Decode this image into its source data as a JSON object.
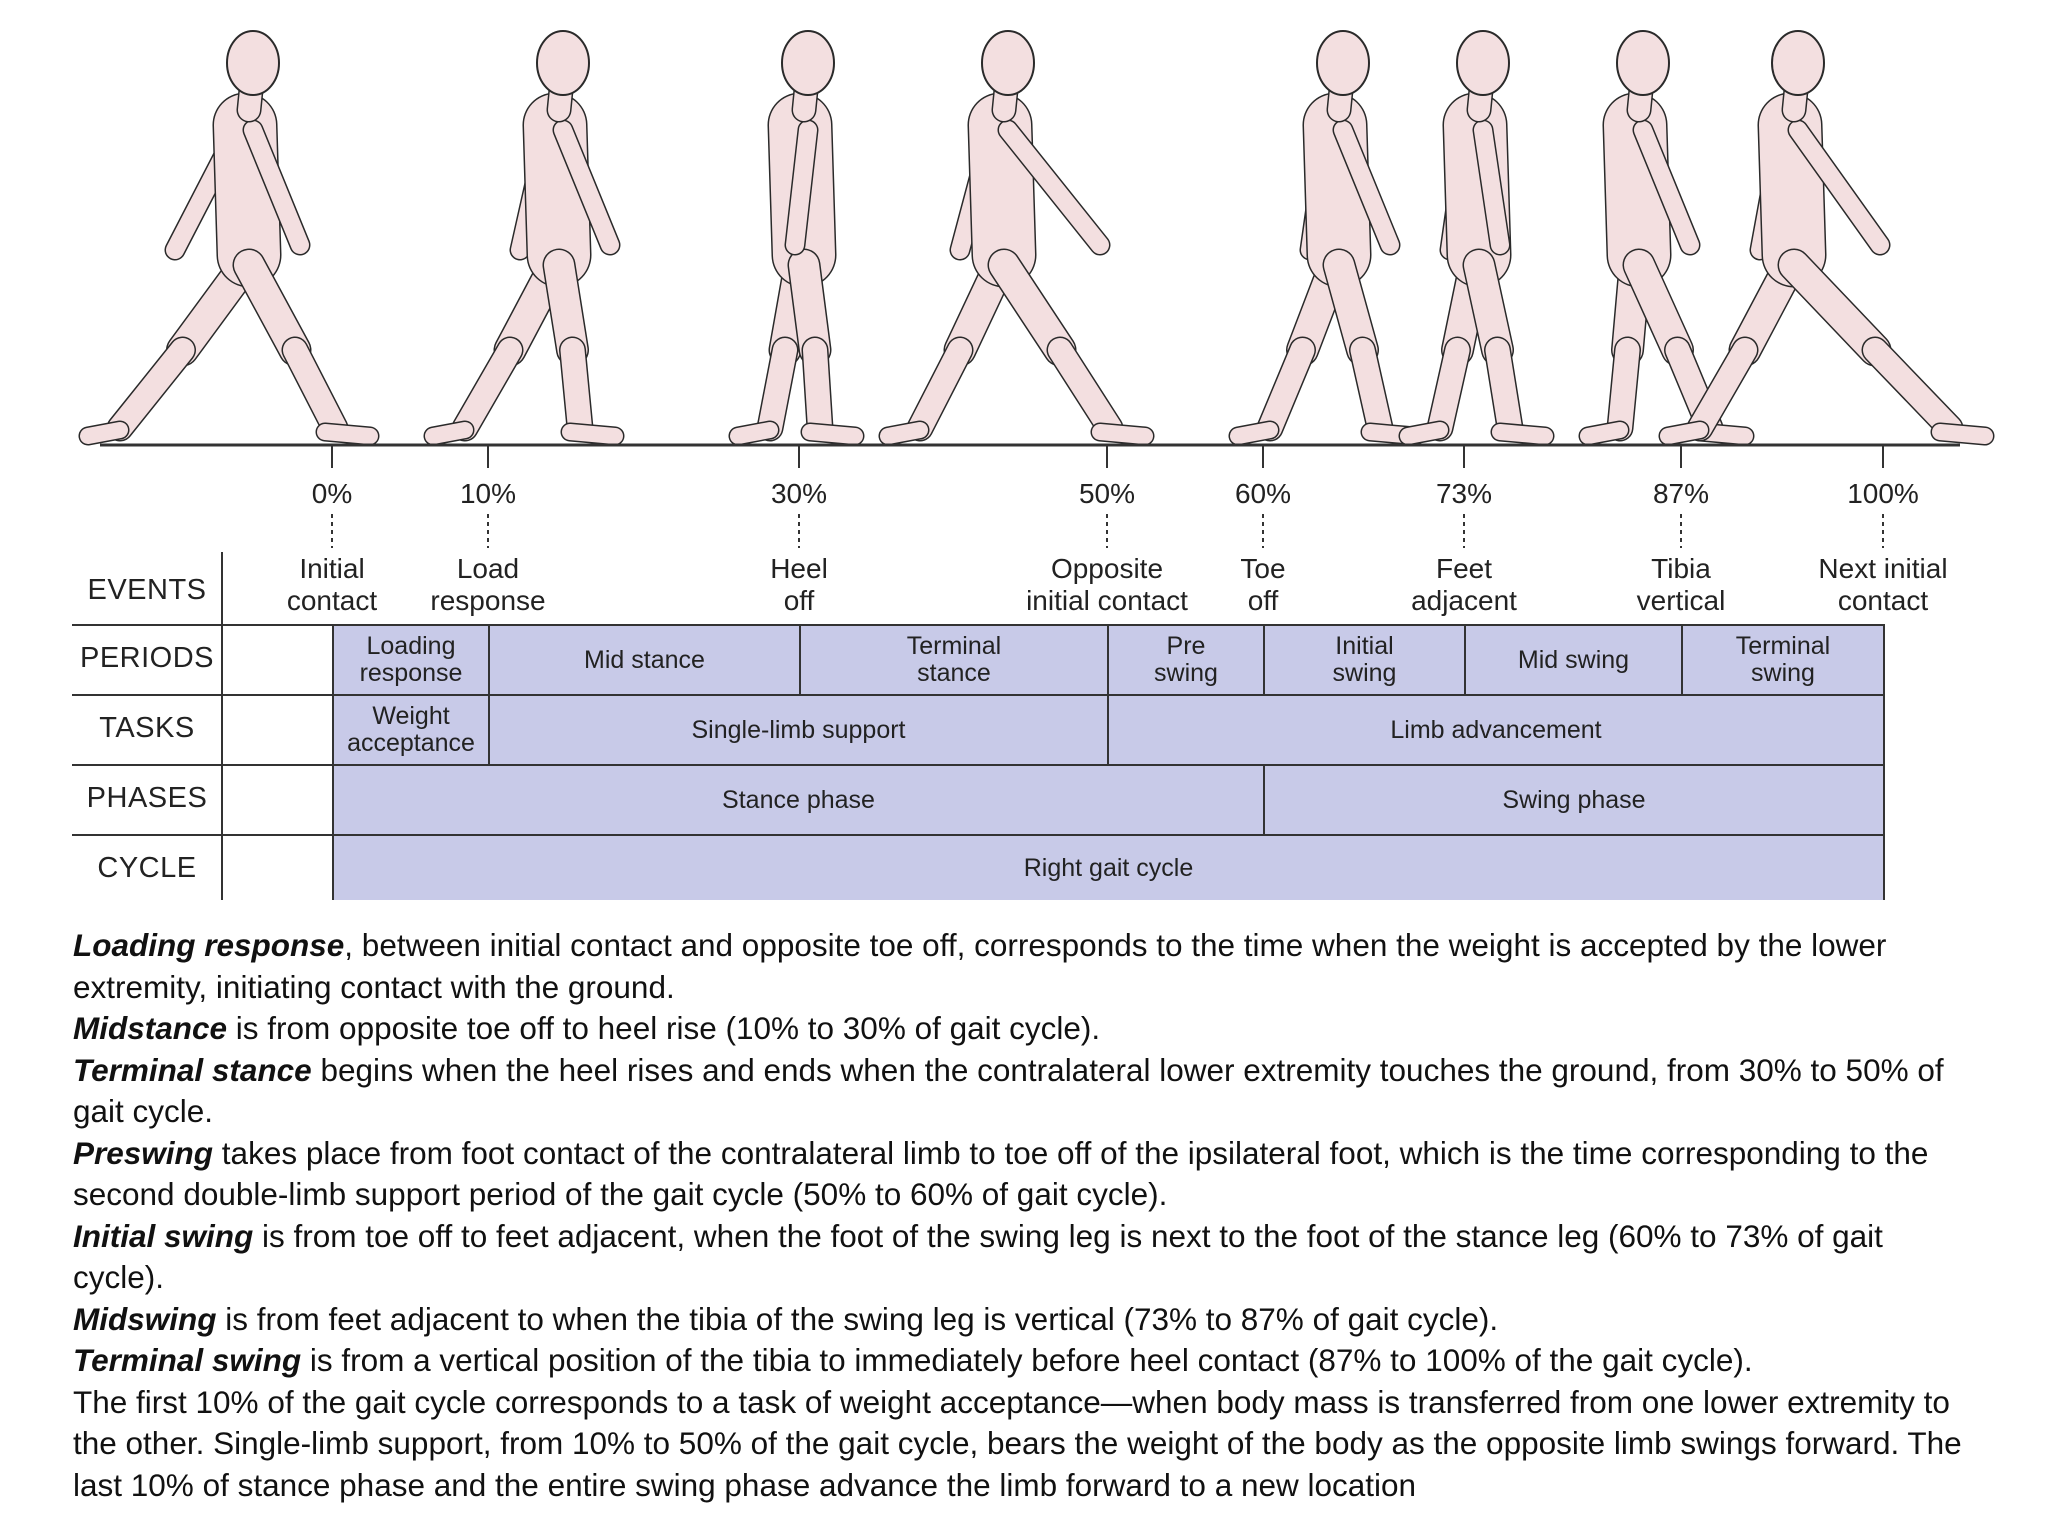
{
  "events": [
    {
      "pct": "0%",
      "label1": "Initial",
      "label2": "contact"
    },
    {
      "pct": "10%",
      "label1": "Load",
      "label2": "response"
    },
    {
      "pct": "30%",
      "label1": "Heel",
      "label2": "off"
    },
    {
      "pct": "50%",
      "label1": "Opposite",
      "label2": "initial contact"
    },
    {
      "pct": "60%",
      "label1": "Toe",
      "label2": "off"
    },
    {
      "pct": "73%",
      "label1": "Feet",
      "label2": "adjacent"
    },
    {
      "pct": "87%",
      "label1": "Tibia",
      "label2": "vertical"
    },
    {
      "pct": "100%",
      "label1": "Next initial",
      "label2": "contact"
    }
  ],
  "row_labels": {
    "events": "EVENTS",
    "periods": "PERIODS",
    "tasks": "TASKS",
    "phases": "PHASES",
    "cycle": "CYCLE"
  },
  "periods": [
    {
      "l1": "Loading",
      "l2": "response",
      "start": 0,
      "end": 10
    },
    {
      "l1": "Mid stance",
      "l2": "",
      "start": 10,
      "end": 30
    },
    {
      "l1": "Terminal",
      "l2": "stance",
      "start": 30,
      "end": 50
    },
    {
      "l1": "Pre",
      "l2": "swing",
      "start": 50,
      "end": 60
    },
    {
      "l1": "Initial",
      "l2": "swing",
      "start": 60,
      "end": 73
    },
    {
      "l1": "Mid swing",
      "l2": "",
      "start": 73,
      "end": 87
    },
    {
      "l1": "Terminal",
      "l2": "swing",
      "start": 87,
      "end": 100
    }
  ],
  "tasks": [
    {
      "l1": "Weight",
      "l2": "acceptance",
      "start": 0,
      "end": 10
    },
    {
      "l1": "Single-limb support",
      "l2": "",
      "start": 10,
      "end": 50
    },
    {
      "l1": "Limb advancement",
      "l2": "",
      "start": 50,
      "end": 100
    }
  ],
  "phases": [
    {
      "l1": "Stance phase",
      "start": 0,
      "end": 60
    },
    {
      "l1": "Swing phase",
      "start": 60,
      "end": 100
    }
  ],
  "cycle": {
    "l1": "Right gait cycle",
    "start": 0,
    "end": 100
  },
  "description": [
    {
      "term": "Loading response",
      "text": ", between initial contact and opposite toe off, corresponds to the time when the weight is accepted by the lower extremity, initiating contact with the ground."
    },
    {
      "term": "Midstance",
      "text": " is from opposite toe off to heel rise (10% to 30% of gait cycle)."
    },
    {
      "term": "Terminal stance",
      "text": " begins when the heel rises and ends when the contralateral lower extremity touches the ground, from 30% to 50% of gait cycle."
    },
    {
      "term": "Preswing",
      "text": " takes place from foot contact of the contralateral limb to toe off of the ipsilateral foot, which is the time corresponding to the second double-limb support period of the gait cycle (50% to 60% of gait cycle)."
    },
    {
      "term": "Initial swing",
      "text": " is from toe off to feet adjacent, when the foot of the swing leg is next to the foot of the stance leg (60% to 73% of gait cycle)."
    },
    {
      "term": "Midswing",
      "text": " is from feet adjacent to when the tibia of the swing leg is vertical (73% to 87% of gait cycle)."
    },
    {
      "term": "Terminal swing",
      "text": " is from a vertical position of the tibia to immediately before heel contact (87% to 100% of the gait cycle)."
    },
    {
      "term": "",
      "text": "The first 10% of the gait cycle corresponds to a task of weight acceptance—when body mass is transferred from one lower extremity to the other. Single-limb support, from 10% to 50% of the gait cycle, bears the weight of the body as the opposite limb swings forward. The last 10% of stance phase and the entire swing phase advance the limb forward to a new location"
    }
  ],
  "colors": {
    "figure_fill": "#f3dfe0",
    "figure_stroke": "#2a2a2a",
    "cell_fill": "#c8cae8"
  }
}
